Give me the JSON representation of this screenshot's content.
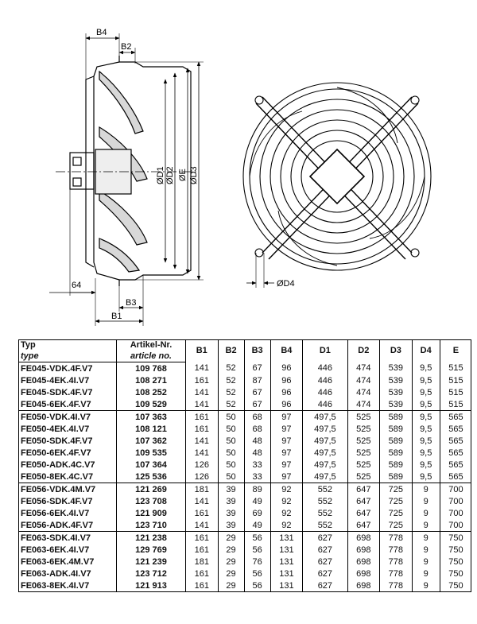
{
  "drawing": {
    "labels": {
      "b4": "B4",
      "b2": "B2",
      "b3": "B3",
      "b1": "B1",
      "dim64": "64",
      "d1": "ØD1",
      "d2": "ØD2",
      "e": "ØE",
      "d3": "ØD3",
      "d4": "ØD4"
    }
  },
  "table": {
    "header": {
      "typ": "Typ",
      "type": "type",
      "artikel": "Artikel-Nr.",
      "article": "article no.",
      "cols": [
        "B1",
        "B2",
        "B3",
        "B4",
        "D1",
        "D2",
        "D3",
        "D4",
        "E"
      ]
    },
    "groups": [
      {
        "rows": [
          {
            "type": "FE045-VDK.4F.V7",
            "article": "109 768",
            "vals": [
              "141",
              "52",
              "67",
              "96",
              "446",
              "474",
              "539",
              "9,5",
              "515"
            ]
          },
          {
            "type": "FE045-4EK.4I.V7",
            "article": "108 271",
            "vals": [
              "161",
              "52",
              "87",
              "96",
              "446",
              "474",
              "539",
              "9,5",
              "515"
            ]
          },
          {
            "type": "FE045-SDK.4F.V7",
            "article": "108 252",
            "vals": [
              "141",
              "52",
              "67",
              "96",
              "446",
              "474",
              "539",
              "9,5",
              "515"
            ]
          },
          {
            "type": "FE045-6EK.4F.V7",
            "article": "109 529",
            "vals": [
              "141",
              "52",
              "67",
              "96",
              "446",
              "474",
              "539",
              "9,5",
              "515"
            ]
          }
        ]
      },
      {
        "rows": [
          {
            "type": "FE050-VDK.4I.V7",
            "article": "107 363",
            "vals": [
              "161",
              "50",
              "68",
              "97",
              "497,5",
              "525",
              "589",
              "9,5",
              "565"
            ]
          },
          {
            "type": "FE050-4EK.4I.V7",
            "article": "108 121",
            "vals": [
              "161",
              "50",
              "68",
              "97",
              "497,5",
              "525",
              "589",
              "9,5",
              "565"
            ]
          },
          {
            "type": "FE050-SDK.4F.V7",
            "article": "107 362",
            "vals": [
              "141",
              "50",
              "48",
              "97",
              "497,5",
              "525",
              "589",
              "9,5",
              "565"
            ]
          },
          {
            "type": "FE050-6EK.4F.V7",
            "article": "109 535",
            "vals": [
              "141",
              "50",
              "48",
              "97",
              "497,5",
              "525",
              "589",
              "9,5",
              "565"
            ]
          },
          {
            "type": "FE050-ADK.4C.V7",
            "article": "107 364",
            "vals": [
              "126",
              "50",
              "33",
              "97",
              "497,5",
              "525",
              "589",
              "9,5",
              "565"
            ]
          },
          {
            "type": "FE050-8EK.4C.V7",
            "article": "125 536",
            "vals": [
              "126",
              "50",
              "33",
              "97",
              "497,5",
              "525",
              "589",
              "9,5",
              "565"
            ]
          }
        ]
      },
      {
        "rows": [
          {
            "type": "FE056-VDK.4M.V7",
            "article": "121 269",
            "vals": [
              "181",
              "39",
              "89",
              "92",
              "552",
              "647",
              "725",
              "9",
              "700"
            ]
          },
          {
            "type": "FE056-SDK.4F.V7",
            "article": "123 708",
            "vals": [
              "141",
              "39",
              "49",
              "92",
              "552",
              "647",
              "725",
              "9",
              "700"
            ]
          },
          {
            "type": "FE056-6EK.4I.V7",
            "article": "121 909",
            "vals": [
              "161",
              "39",
              "69",
              "92",
              "552",
              "647",
              "725",
              "9",
              "700"
            ]
          },
          {
            "type": "FE056-ADK.4F.V7",
            "article": "123 710",
            "vals": [
              "141",
              "39",
              "49",
              "92",
              "552",
              "647",
              "725",
              "9",
              "700"
            ]
          }
        ]
      },
      {
        "rows": [
          {
            "type": "FE063-SDK.4I.V7",
            "article": "121 238",
            "vals": [
              "161",
              "29",
              "56",
              "131",
              "627",
              "698",
              "778",
              "9",
              "750"
            ]
          },
          {
            "type": "FE063-6EK.4I.V7",
            "article": "129 769",
            "vals": [
              "161",
              "29",
              "56",
              "131",
              "627",
              "698",
              "778",
              "9",
              "750"
            ]
          },
          {
            "type": "FE063-6EK.4M.V7",
            "article": "121 239",
            "vals": [
              "181",
              "29",
              "76",
              "131",
              "627",
              "698",
              "778",
              "9",
              "750"
            ]
          },
          {
            "type": "FE063-ADK.4I.V7",
            "article": "123 712",
            "vals": [
              "161",
              "29",
              "56",
              "131",
              "627",
              "698",
              "778",
              "9",
              "750"
            ]
          },
          {
            "type": "FE063-8EK.4I.V7",
            "article": "121 913",
            "vals": [
              "161",
              "29",
              "56",
              "131",
              "627",
              "698",
              "778",
              "9",
              "750"
            ]
          }
        ]
      }
    ]
  }
}
